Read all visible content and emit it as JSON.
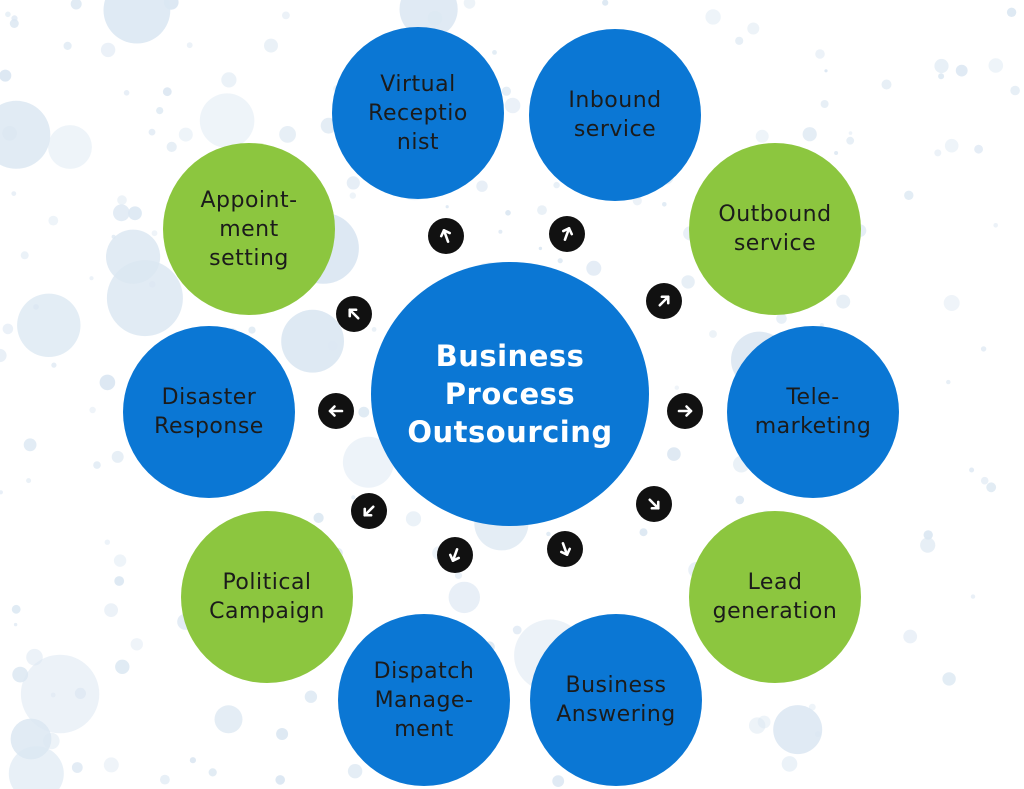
{
  "center": {
    "label": "Business\nProcess\nOutsourcing"
  },
  "nodes": [
    {
      "label": "Virtual\nReceptio\nnist",
      "color": "blue"
    },
    {
      "label": "Inbound\nservice",
      "color": "blue"
    },
    {
      "label": "Outbound\nservice",
      "color": "green"
    },
    {
      "label": "Tele-\nmarketing",
      "color": "blue"
    },
    {
      "label": "Lead\ngeneration",
      "color": "green"
    },
    {
      "label": "Business\nAnswering",
      "color": "blue"
    },
    {
      "label": "Dispatch\nManage-\nment",
      "color": "blue"
    },
    {
      "label": "Political\nCampaign",
      "color": "green"
    },
    {
      "label": "Disaster\nResponse",
      "color": "blue"
    },
    {
      "label": "Appoint-\nment\nsetting",
      "color": "green"
    }
  ],
  "colors": {
    "blue": "#0b77d4",
    "green": "#8cc63f",
    "arrow": "#111111",
    "splatter": "#dbe7f2"
  },
  "icons": {
    "arrow": "arrow-icon"
  }
}
